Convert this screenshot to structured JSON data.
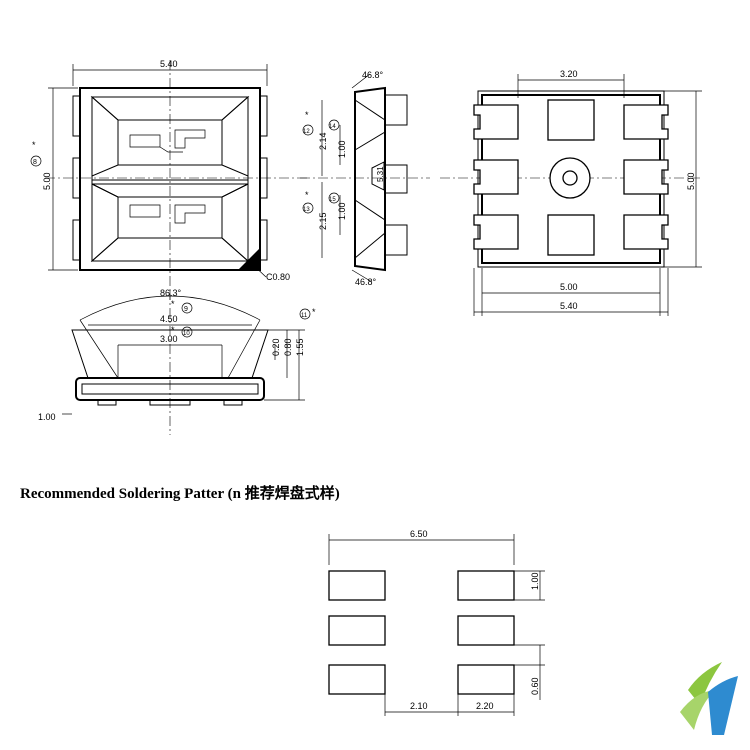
{
  "top_view": {
    "width_label": "5.40",
    "height_label": "5.00",
    "chamfer_label": "C0.80",
    "note_mark": "*",
    "note_number": "8"
  },
  "side_view": {
    "angle_top": "46.8°",
    "angle_bottom": "46.8°",
    "dim_a": "2.14",
    "dim_b": "1.00",
    "dim_c": "2.15",
    "dim_d": "1.00",
    "dim_e": "5.31",
    "mark_12": "12",
    "mark_13": "13",
    "mark_14": "14",
    "mark_15": "15",
    "note_mark": "*"
  },
  "bottom_view": {
    "top_label": "3.20",
    "inner_width_label": "5.00",
    "outer_width_label": "5.40",
    "height_label": "5.00"
  },
  "front_view": {
    "angle_label": "86.3°",
    "width_a": "4.50",
    "width_b": "3.00",
    "h1": "0.20",
    "h2": "0.80",
    "h3": "1.55",
    "foot_label": "1.00",
    "mark_9": "9",
    "mark_10": "10",
    "mark_11": "11",
    "note_mark": "*"
  },
  "section_title": "Recommended Soldering Patter (n 推荐焊盘式样)",
  "solder_pattern": {
    "total_width": "6.50",
    "pad_height": "1.00",
    "gap": "0.60",
    "pitch_a": "2.10",
    "pitch_b": "2.20"
  },
  "colors": {
    "line": "#000000",
    "logo_green": "#8cc63f",
    "logo_blue": "#2e8bd0"
  }
}
